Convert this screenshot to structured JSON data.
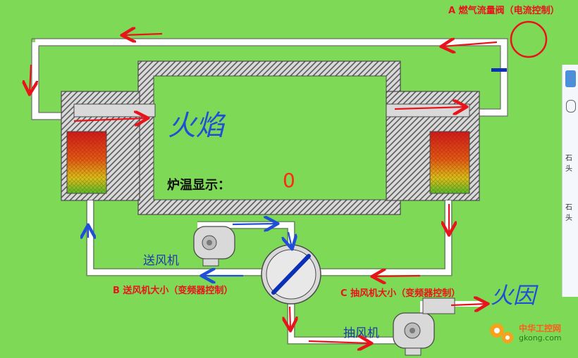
{
  "labels": {
    "gas_valve": "A 燃气流量阀（电流控制）",
    "blower_size": "B 送风机大小（变频器控制）",
    "exhaust_size": "C 抽风机大小（变频器控制）",
    "blower": "送风机",
    "exhaust_fan": "抽风机",
    "temp_label": "炉温显示：",
    "temp_value": "0",
    "flame_hand": "火焰",
    "smoke_hand": "火因"
  },
  "side_panel": {
    "items": [
      "石头",
      "石头"
    ]
  },
  "logo": {
    "title": "中华工控网",
    "url": "gkong.com"
  },
  "colors": {
    "background": "#7ed957",
    "arrow_red": "#e8141b",
    "handwriting_blue": "#1f4fd6",
    "valve_blue": "#0b2fb5"
  }
}
